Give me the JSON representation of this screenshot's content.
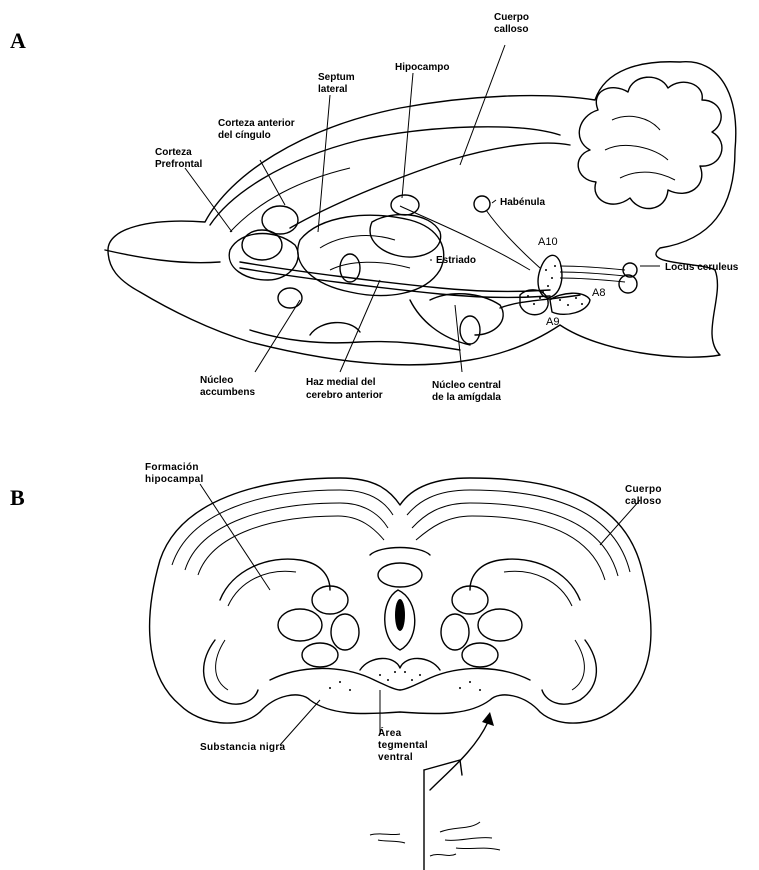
{
  "panels": {
    "a": "A",
    "b": "B"
  },
  "panel_a": {
    "cuerpo_calloso": [
      "Cuerpo",
      "calloso"
    ],
    "hipocampo": [
      "Hipocampo"
    ],
    "septum_lateral": [
      "Septum",
      "lateral"
    ],
    "corteza_cingulo": [
      "Corteza anterior",
      "del cíngulo"
    ],
    "corteza_prefrontal": [
      "Corteza",
      "Prefrontal"
    ],
    "habenula": [
      "Habénula"
    ],
    "a10": "A10",
    "estriado": [
      "Estriado"
    ],
    "locus": [
      "Locus ceruleus"
    ],
    "a8": "A8",
    "a9": "A9",
    "accumbens": [
      "Núcleo",
      "accumbens"
    ],
    "haz_medial": [
      "Haz medial del",
      "cerebro anterior"
    ],
    "amigdala": [
      "Núcleo central",
      "de la amígdala"
    ]
  },
  "panel_b": {
    "formacion": [
      "Formación",
      "hipocampal"
    ],
    "cuerpo_calloso": [
      "Cuerpo",
      "calloso"
    ],
    "area_tegmental": [
      "Área",
      "tegmental",
      "ventral"
    ],
    "sustancia_nigra": [
      "Substancia nigra"
    ]
  }
}
